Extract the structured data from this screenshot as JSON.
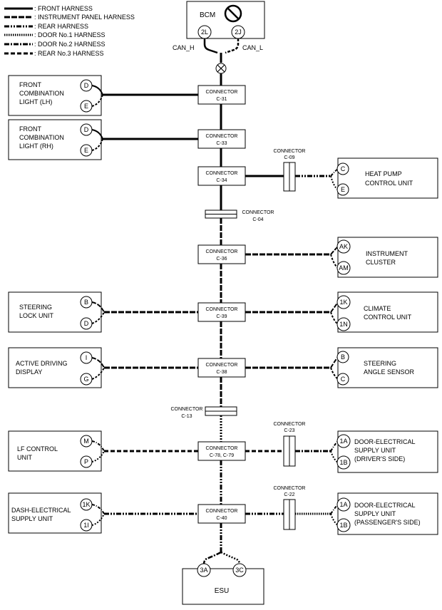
{
  "legend": [
    {
      "label": ": FRONT HARNESS"
    },
    {
      "label": ": INSTRUMENT PANEL HARNESS"
    },
    {
      "label": ": REAR HARNESS"
    },
    {
      "label": ": DOOR No.1 HARNESS"
    },
    {
      "label": ": DOOR No.2 HARNESS"
    },
    {
      "label": ": REAR No.3 HARNESS"
    }
  ],
  "bcm": {
    "label": "BCM",
    "pin_left": "2L",
    "pin_right": "2J",
    "can_h": "CAN_H",
    "can_l": "CAN_L"
  },
  "connectors": {
    "c31": {
      "name": "CONNECTOR",
      "code": "C-31"
    },
    "c33": {
      "name": "CONNECTOR",
      "code": "C-33"
    },
    "c34": {
      "name": "CONNECTOR",
      "code": "C-34"
    },
    "c04": {
      "name": "CONNECTOR",
      "code": "C-04"
    },
    "c36": {
      "name": "CONNECTOR",
      "code": "C-36"
    },
    "c39": {
      "name": "CONNECTOR",
      "code": "C-39"
    },
    "c38": {
      "name": "CONNECTOR",
      "code": "C-38"
    },
    "c13": {
      "name": "CONNECTOR",
      "code": "C-13"
    },
    "c78": {
      "name": "CONNECTOR",
      "code": "C-78, C-79"
    },
    "c40": {
      "name": "CONNECTOR",
      "code": "C-40"
    },
    "c09": {
      "name": "CONNECTOR",
      "code": "C-09"
    },
    "c23": {
      "name": "CONNECTOR",
      "code": "C-23"
    },
    "c22": {
      "name": "CONNECTOR",
      "code": "C-22"
    }
  },
  "modules": {
    "front_lh": {
      "lines": [
        "FRONT",
        "COMBINATION",
        "LIGHT (LH)"
      ],
      "pins": [
        "D",
        "E"
      ]
    },
    "front_rh": {
      "lines": [
        "FRONT",
        "COMBINATION",
        "LIGHT (RH)"
      ],
      "pins": [
        "D",
        "E"
      ]
    },
    "heat_pump": {
      "lines": [
        "HEAT PUMP",
        "CONTROL UNIT"
      ],
      "pins": [
        "C",
        "E"
      ]
    },
    "cluster": {
      "lines": [
        "INSTRUMENT",
        "CLUSTER"
      ],
      "pins": [
        "AK",
        "AM"
      ]
    },
    "steering_lock": {
      "lines": [
        "STEERING",
        "LOCK UNIT"
      ],
      "pins": [
        "B",
        "D"
      ]
    },
    "climate": {
      "lines": [
        "CLIMATE",
        "CONTROL UNIT"
      ],
      "pins": [
        "1K",
        "1N"
      ]
    },
    "active_display": {
      "lines": [
        "ACTIVE DRIVING",
        "DISPLAY"
      ],
      "pins": [
        "I",
        "G"
      ]
    },
    "steering_angle": {
      "lines": [
        "STEERING",
        "ANGLE SENSOR"
      ],
      "pins": [
        "B",
        "C"
      ]
    },
    "lf_control": {
      "lines": [
        "LF CONTROL",
        "UNIT"
      ],
      "pins": [
        "M",
        "P"
      ]
    },
    "door_driver": {
      "lines": [
        "DOOR-ELECTRICAL",
        "SUPPLY UNIT",
        "(DRIVER'S SIDE)"
      ],
      "pins": [
        "1A",
        "1B"
      ]
    },
    "dash_supply": {
      "lines": [
        "DASH-ELECTRICAL",
        "SUPPLY UNIT"
      ],
      "pins": [
        "1K",
        "1I"
      ]
    },
    "door_passenger": {
      "lines": [
        "DOOR-ELECTRICAL",
        "SUPPLY UNIT",
        "(PASSENGER'S SIDE)"
      ],
      "pins": [
        "1A",
        "1B"
      ]
    }
  },
  "esu": {
    "label": "ESU",
    "pin_left": "3A",
    "pin_right": "3C"
  }
}
